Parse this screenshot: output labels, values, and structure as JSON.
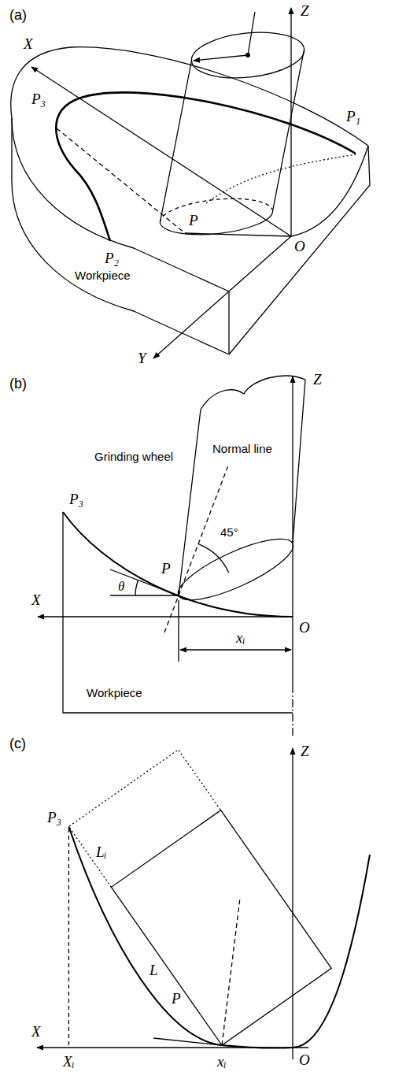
{
  "diagram": {
    "labels": [
      "(a)",
      "Z",
      "P₁",
      "X",
      "P₃",
      "P",
      "O",
      "P₂",
      "Workpiece",
      "Y",
      "(b)",
      "Z",
      "Grinding wheel",
      "Normal line",
      "45°",
      "P₃",
      "X",
      "θ",
      "P",
      "O",
      "Workpiece",
      "xᵢ",
      "(c)",
      "Z",
      "P₃",
      "Lᵢ",
      "L",
      "X",
      "P",
      "Xᵢ",
      "xᵢ",
      "O"
    ]
  }
}
